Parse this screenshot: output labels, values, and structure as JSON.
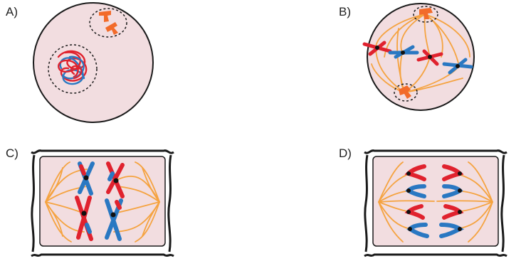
{
  "panels": [
    {
      "id": "A",
      "label": "A)"
    },
    {
      "id": "B",
      "label": "B)"
    },
    {
      "id": "C",
      "label": "C)"
    },
    {
      "id": "D",
      "label": "D)"
    }
  ],
  "colors": {
    "cell_fill": "#f2dde0",
    "outline": "#1a1a1a",
    "spindle": "#f5a340",
    "centrosome": "#f26b2a",
    "chromosome_red": "#e0222e",
    "chromosome_blue": "#2a78c2",
    "centromere": "#111111"
  }
}
